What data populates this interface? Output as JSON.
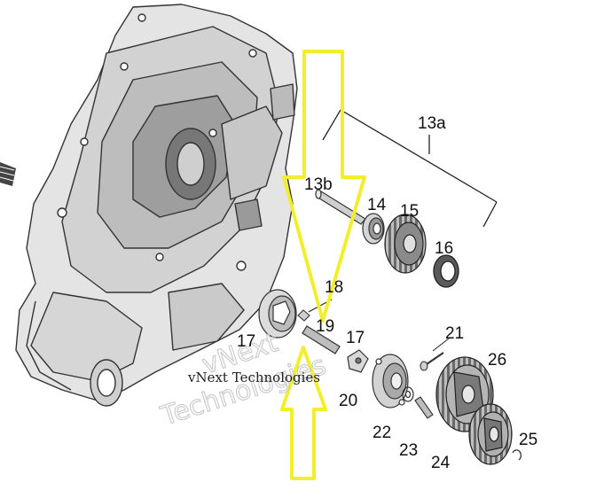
{
  "diagram": {
    "callouts": {
      "c13a": "13a",
      "c13b": "13b",
      "c14": "14",
      "c15": "15",
      "c16": "16",
      "c17a": "17",
      "c17b": "17",
      "c18": "18",
      "c19": "19",
      "c20": "20",
      "c21": "21",
      "c22": "22",
      "c23": "23",
      "c24": "24",
      "c25": "25",
      "c26": "26"
    },
    "watermark": {
      "line1": "vNext",
      "line2": "Technologies",
      "small": "vNext Technologies"
    },
    "colors": {
      "arrow": "#f2ee2e",
      "arrow_stroke": "#e8e000",
      "part_fill": "#d9d9d9",
      "part_stroke": "#333333"
    }
  }
}
